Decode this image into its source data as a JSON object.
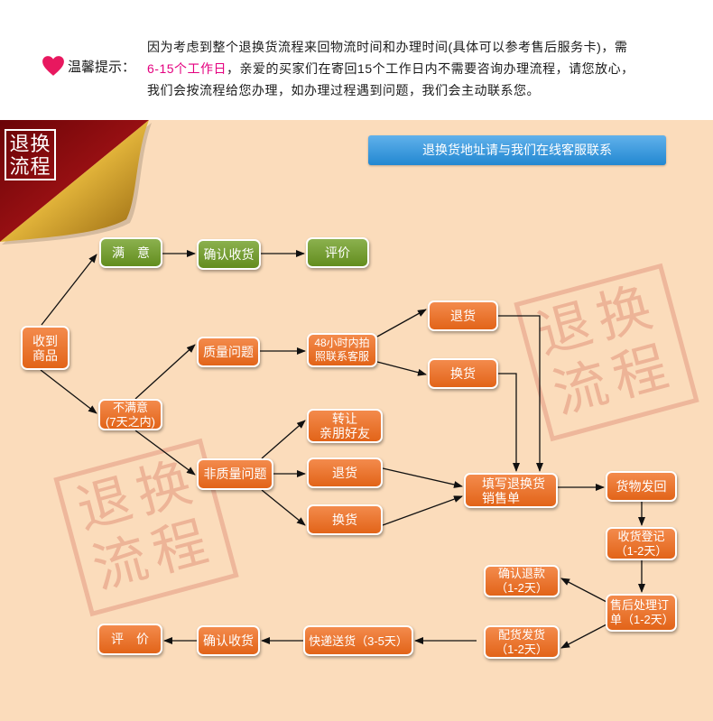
{
  "colors": {
    "page_background": "#fbdcbb",
    "orange_box": "#f06a1a",
    "green_box": "#6e9d22",
    "banner_blue": "#2493e3",
    "highlight": "#e4007f",
    "heart": "#e8185f",
    "corner_red": "#c41b1e"
  },
  "notice": {
    "icon": "heart-icon",
    "title": "温馨提示：",
    "line1": "因为考虑到整个退换货流程来回物流时间和办理时间(具体可以参考售后服务卡)，需",
    "line2_highlight": "6-15个工作日",
    "line2_rest": "，亲爱的买家们在寄回15个工作日内不需要咨询办理流程，请您放心，",
    "line3": "我们会按流程给您办理，如办理过程遇到问题，我们会主动联系您。"
  },
  "corner_stamp": {
    "line1": "退换",
    "line2": "流程"
  },
  "contact_banner": {
    "label": "退换货地址请与我们在线客服联系"
  },
  "watermarks": [
    {
      "line1": "退换",
      "line2": "流程"
    },
    {
      "line1": "退换",
      "line2": "流程"
    }
  ],
  "flow": {
    "received": {
      "line1": "收到",
      "line2": "商品"
    },
    "satisfied": {
      "label": "满　意"
    },
    "confirm_receipt_top": {
      "label": "确认收货"
    },
    "review_top": {
      "label": "评价"
    },
    "unsatisfied": {
      "line1": "不满意",
      "line2": "(7天之内)"
    },
    "quality_issue": {
      "label": "质量问题"
    },
    "photo_contact": {
      "line1": "48小时内拍",
      "line2": "照联系客服"
    },
    "return_quality": {
      "label": "退货"
    },
    "exchange_quality": {
      "label": "换货"
    },
    "non_quality_issue": {
      "label": "非质量问题"
    },
    "transfer": {
      "line1": "转让",
      "line2": "亲朋好友"
    },
    "return_non_quality": {
      "label": "退货"
    },
    "exchange_non_quality": {
      "label": "换货"
    },
    "fill_form": {
      "line1": "填写退换货",
      "line2": "销售单"
    },
    "ship_back": {
      "label": "货物发回"
    },
    "receipt_registration": {
      "line1": "收货登记",
      "line2": "（1-2天）"
    },
    "after_sales": {
      "line1": "售后处理订",
      "line2": "单（1-2天）"
    },
    "confirm_refund": {
      "line1": "确认退款",
      "line2": "（1-2天）"
    },
    "dispatch": {
      "line1": "配货发货",
      "line2": "（1-2天）"
    },
    "courier": {
      "label": "快递送货（3-5天）"
    },
    "confirm_receipt_bottom": {
      "label": "确认收货"
    },
    "review_bottom": {
      "label": "评　价"
    }
  }
}
